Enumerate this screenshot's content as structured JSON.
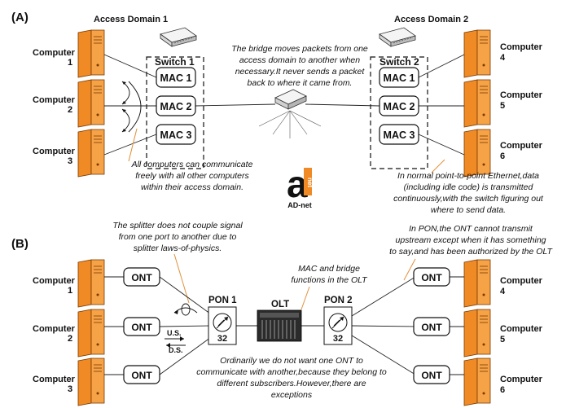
{
  "sections": {
    "a_label": "(A)",
    "b_label": "(B)"
  },
  "part_a": {
    "domain1_title": "Access Domain 1",
    "domain2_title": "Access Domain 2",
    "switch1_label": "Switch 1",
    "switch2_label": "Switch 2",
    "mac_left": [
      "MAC 1",
      "MAC 2",
      "MAC 3"
    ],
    "mac_right": [
      "MAC 1",
      "MAC 2",
      "MAC 3"
    ],
    "computers_left": [
      {
        "name": "Computer",
        "num": "1"
      },
      {
        "name": "Computer",
        "num": "2"
      },
      {
        "name": "Computer",
        "num": "3"
      }
    ],
    "computers_right": [
      {
        "name": "Computer",
        "num": "4"
      },
      {
        "name": "Computer",
        "num": "5"
      },
      {
        "name": "Computer",
        "num": "6"
      }
    ],
    "bridge_note": [
      "The bridge moves packets from one",
      "access domain to another when",
      "necessary.It never sends a packet",
      "back to where it came from."
    ],
    "communicate_note": [
      "All computers can communicate",
      "freely with all other computers",
      "within their access domain."
    ],
    "ethernet_note": [
      "In normal point-to-point Ethernet,data",
      "(including idle code) is transmitted",
      "continuously,with the switch figuring out",
      "where to send data."
    ]
  },
  "logo": {
    "letter": "a",
    "badge": "net",
    "caption": "AD-net"
  },
  "part_b": {
    "ont_label": "ONT",
    "pon1_label": "PON 1",
    "pon2_label": "PON 2",
    "olt_label": "OLT",
    "split_ratio": "32",
    "us_label": "U.S.",
    "ds_label": "D.S.",
    "computers_left": [
      {
        "name": "Computer",
        "num": "1"
      },
      {
        "name": "Computer",
        "num": "2"
      },
      {
        "name": "Computer",
        "num": "3"
      }
    ],
    "computers_right": [
      {
        "name": "Computer",
        "num": "4"
      },
      {
        "name": "Computer",
        "num": "5"
      },
      {
        "name": "Computer",
        "num": "6"
      }
    ],
    "splitter_note": [
      "The splitter does not couple signal",
      "from one port to another due to",
      "splitter laws-of-physics."
    ],
    "olt_note": [
      "MAC and bridge",
      "functions in the OLT"
    ],
    "pon_note": [
      "In PON,the ONT cannot transmit",
      "upstream except when it has something",
      "to say,and has been authorized by the OLT"
    ],
    "ordinary_note": [
      "Ordinarily we do not want one ONT to",
      "communicate with another,because they belong to",
      "different subscribers.However,there are",
      "exceptions"
    ]
  },
  "colors": {
    "computer_orange": "#f08a24",
    "accent_line": "#e2903a",
    "logo_orange": "#f08a24"
  }
}
